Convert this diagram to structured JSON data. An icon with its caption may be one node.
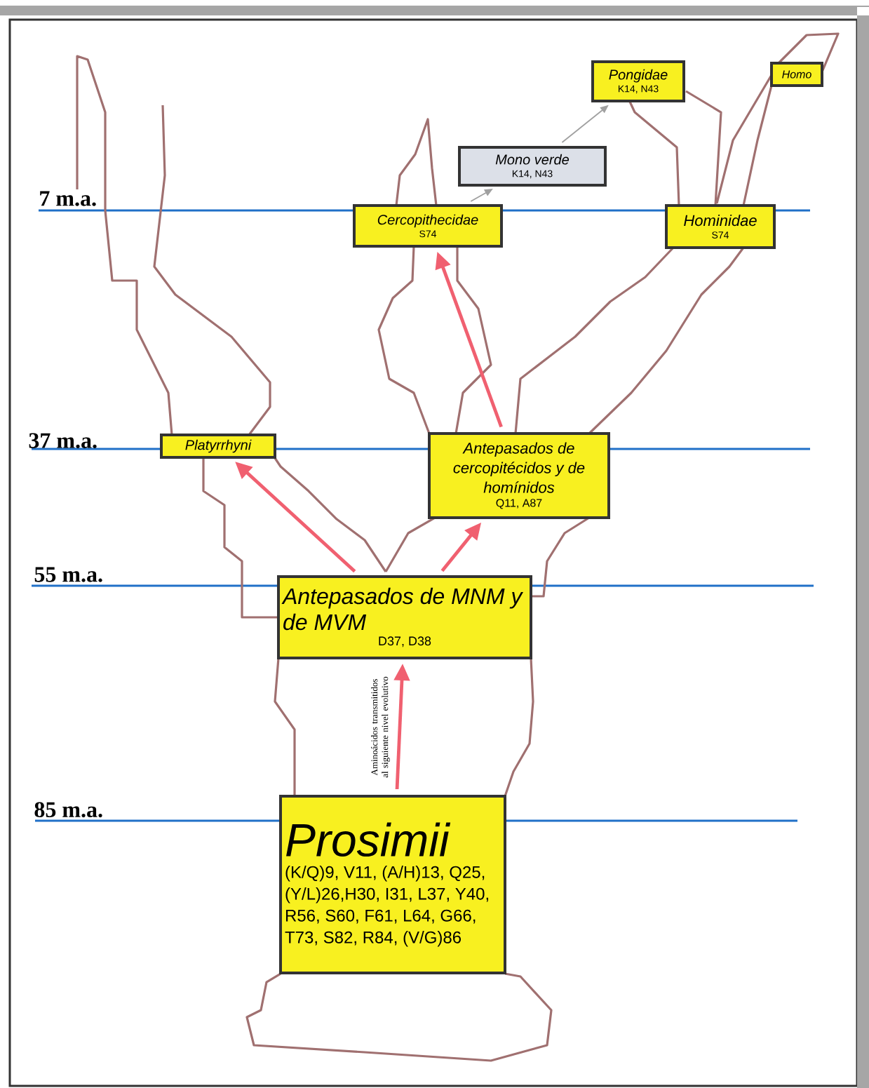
{
  "diagram": {
    "nodes": [
      {
        "text": [
          "Pongidae",
          "K14, N43"
        ]
      },
      {
        "text": [
          "Homo"
        ]
      },
      {
        "text": [
          "Mono verde",
          "K14, N43"
        ]
      },
      {
        "text": [
          "Cercopithecidae",
          "S74"
        ]
      },
      {
        "text": [
          "Hominidae",
          "S74"
        ]
      },
      {
        "text": [
          "Platyrrhyni"
        ]
      },
      {
        "text": [
          "Antepasados de cercopitécidos y de homínidos",
          "Q11, A87"
        ]
      },
      {
        "text": [
          "Antepasados de MNM y de MVM",
          "D37, D38"
        ]
      },
      {
        "text": [
          "Prosimii",
          "(K/Q)9, V11, (A/H)13, Q25, (Y/L)26,H30, I31, L37, Y40, R56, S60, F61, L64, G66, T73, S82, R84, (V/G)86"
        ]
      }
    ],
    "edges": [
      {
        "from": 8,
        "to": 7,
        "arrow": "to",
        "label": "Aminoácidos transmitidos al siguiente nivel evolutivo"
      },
      {
        "from": 7,
        "to": 5,
        "arrow": "to"
      },
      {
        "from": 7,
        "to": 6,
        "arrow": "to"
      },
      {
        "from": 6,
        "to": 3,
        "arrow": "to"
      },
      {
        "from": 3,
        "to": 2,
        "arrow": "to",
        "color": "#a0a0a0"
      },
      {
        "from": 2,
        "to": 0,
        "arrow": "to",
        "color": "#a0a0a0"
      }
    ],
    "labels": [
      "7 m.a.",
      "37 m.a.",
      "55 m.a.",
      "85 m.a."
    ]
  }
}
